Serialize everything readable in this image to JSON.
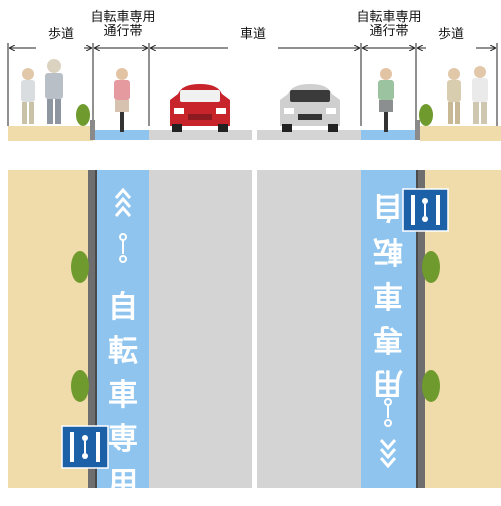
{
  "labels": {
    "sidewalk_left": "歩道",
    "lane_left_line1": "自転車専用",
    "lane_left_line2": "通行帯",
    "roadway": "車道",
    "lane_right_line1": "自転車専用",
    "lane_right_line2": "通行帯",
    "sidewalk_right": "歩道"
  },
  "pavement_text": {
    "left": [
      "自",
      "転",
      "車",
      "専",
      "用"
    ],
    "right": [
      "用",
      "専",
      "車",
      "転",
      "自"
    ]
  },
  "colors": {
    "bike_lane": "#8ec4ee",
    "roadway": "#d4d4d4",
    "sidewalk": "#efdcaa",
    "curb": "#808080",
    "shrub": "#6f9a2e",
    "sign": "#1c61a8",
    "car_red": "#c8242c",
    "car_silver": "#cfcfcf"
  },
  "icons": {
    "pedestrian": "pedestrian-icon",
    "cyclist": "cyclist-icon",
    "car": "car-icon",
    "bicycle_mark": "bicycle-mark-icon",
    "direction_arrow": "direction-arrow-icon",
    "lane_sign": "bicycle-lane-sign-icon"
  }
}
